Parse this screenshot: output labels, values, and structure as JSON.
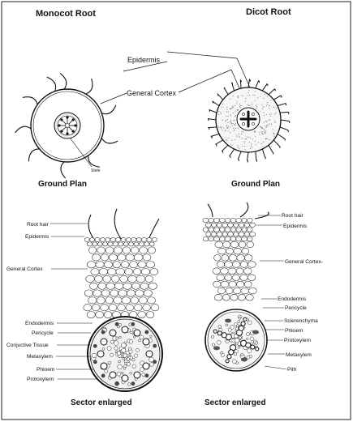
{
  "diagram": {
    "monocot_title": "Monocot Root",
    "dicot_title": "Dicot Root",
    "ground_plan_left": "Ground Plan",
    "ground_plan_right": "Ground Plan",
    "sector_left": "Sector enlarged",
    "sector_right": "Sector enlarged",
    "top_labels": {
      "epidermis": "Epidermis",
      "general_cortex": "General Cortex",
      "stele": "Stele"
    },
    "monocot_labels": {
      "root_hair": "Root hair",
      "epidermis": "Epidermis",
      "general_cortex": "General Cortex",
      "endodermis": "Endodermis",
      "pericycle": "Pericycle",
      "conjunctive_tissue": "Conjuctive Tissue",
      "metaxylem": "Metaxylem",
      "phloem": "Phloem",
      "protoxylem": "Protoxylem"
    },
    "dicot_labels": {
      "root_hair": "Root hair",
      "epidermis": "Epidermis",
      "general_cortex": "General Cortex-",
      "endodermis": "Endodermis",
      "pericycle": "Pericycle",
      "sclerenchyma": "Sclerenchyma",
      "phloem": "Phloem",
      "protoxylem": "Protoxylem",
      "metaxylem": "Metaxylem",
      "pith": "Pith"
    }
  }
}
